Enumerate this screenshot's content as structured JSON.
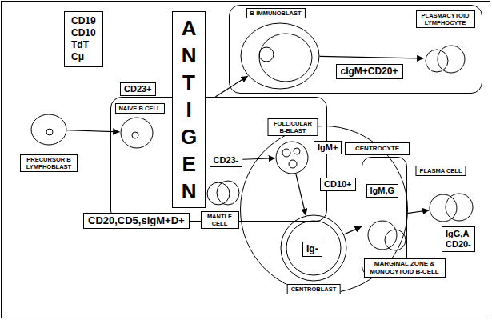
{
  "diagram": {
    "nodes": [
      {
        "text": [
          "CD19 CD10 TdT Cμ"
        ]
      },
      {
        "text": [
          "ANTIGEN"
        ]
      },
      {
        "text": []
      },
      {
        "text": [
          "B-IMMUNOBLAST"
        ],
        "in": 2
      },
      {
        "text": [
          "PLASMACYTOID LYMPHOCYTE"
        ],
        "in": 2
      },
      {
        "text": [
          "cIgM+CD20+"
        ],
        "in": 2
      },
      {
        "text": [
          "CD23+"
        ]
      },
      {
        "text": [
          "PRECURSOR B LYMPHOBLAST"
        ]
      },
      {
        "text": []
      },
      {
        "text": [
          "NAIVE B CELL"
        ],
        "in": 8
      },
      {
        "text": [
          "CD23-"
        ],
        "in": 8
      },
      {
        "text": [
          "MANTLE CELL"
        ],
        "in": 8
      },
      {
        "text": [
          "CD20,CD5,sIgM+D+"
        ]
      },
      {
        "text": []
      },
      {
        "text": [
          "FOLLICULAR B-BLAST"
        ],
        "in": 13
      },
      {
        "text": [
          "IgM+"
        ],
        "in": 13
      },
      {
        "text": [
          "CENTROCYTE"
        ]
      },
      {
        "text": [
          "CD10+"
        ],
        "in": 13
      },
      {
        "text": [
          "CENTROBLAST"
        ],
        "in": 13
      },
      {
        "text": [
          "Ig-"
        ],
        "in": 18
      },
      {
        "text": [
          "MARGINAL ZONE & MONOCYTOID B-CELL"
        ]
      },
      {
        "text": [
          "IgM,G"
        ],
        "in": 20
      },
      {
        "text": [
          "PLASMA CELL"
        ]
      },
      {
        "text": [
          "IgG,A CD20-"
        ]
      }
    ],
    "edges": [
      {
        "from": 7,
        "to": 9,
        "arrow": "to"
      },
      {
        "from": 8,
        "to": 3,
        "arrow": "to"
      },
      {
        "from": 3,
        "to": 4,
        "arrow": "to"
      },
      {
        "from": 10,
        "to": 14,
        "arrow": "to"
      },
      {
        "from": 14,
        "to": 18,
        "arrow": "to"
      },
      {
        "from": 18,
        "to": 20,
        "arrow": "to"
      },
      {
        "from": 20,
        "to": 22,
        "arrow": "to"
      }
    ]
  }
}
